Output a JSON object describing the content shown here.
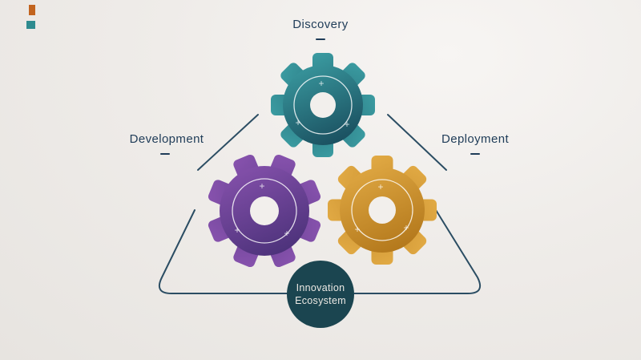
{
  "labels": {
    "discovery": "Discovery",
    "development": "Development",
    "deployment": "Deployment"
  },
  "center_circle": {
    "line1": "Innovation",
    "line2": "Ecosystem",
    "fill": "#1b4550"
  },
  "gears": {
    "discovery": {
      "light": "#3fa6aa",
      "dark": "#123c4f"
    },
    "development": {
      "light": "#9057b5",
      "dark": "#3e2a6e"
    },
    "deployment": {
      "light": "#e8b14a",
      "dark": "#a86c12"
    }
  },
  "connectors": {
    "color": "#2b4d63"
  },
  "corner_marks": {
    "orange": "#c2641f",
    "teal": "#2e8b8f"
  },
  "decor": {
    "plus": "+"
  }
}
